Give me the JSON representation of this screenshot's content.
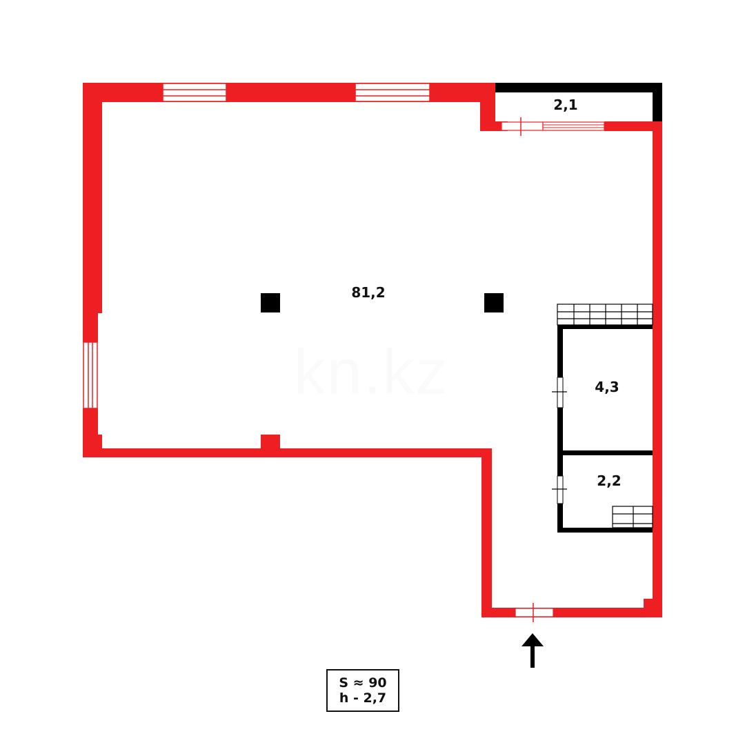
{
  "plan": {
    "rooms": [
      {
        "id": "main-hall",
        "area": "81,2"
      },
      {
        "id": "small-room-top",
        "area": "2,1"
      },
      {
        "id": "room-right",
        "area": "4,3"
      },
      {
        "id": "room-right-lower",
        "area": "2,2"
      }
    ],
    "summary": {
      "total_area": "S ≈ 90",
      "ceiling_height": "h - 2,7"
    },
    "watermark": "kn.kz",
    "colors": {
      "exterior_wall": "#ee1f22",
      "interior_wall": "#000000",
      "background": "#ffffff"
    },
    "entrance_arrow": "arrow-up-icon"
  }
}
